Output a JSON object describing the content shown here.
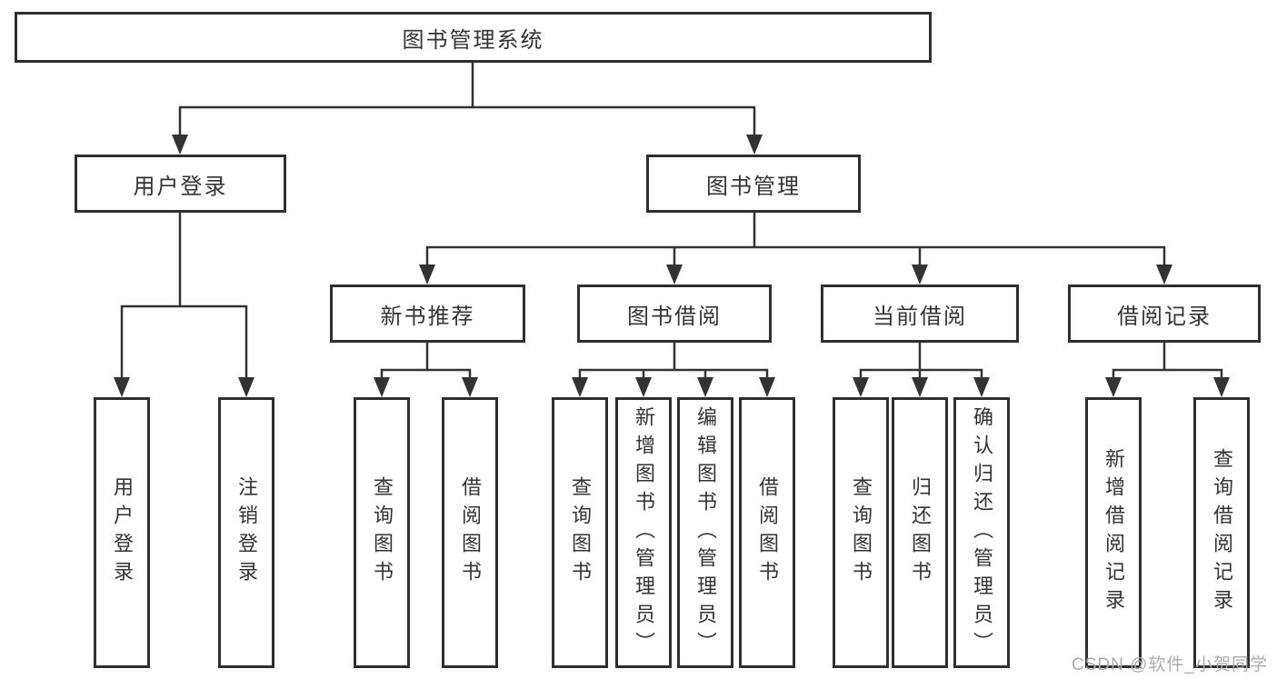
{
  "tree": {
    "label": "图书管理系统",
    "children": [
      {
        "label": "用户登录",
        "children": [
          {
            "label": "用户登录"
          },
          {
            "label": "注销登录"
          }
        ]
      },
      {
        "label": "图书管理",
        "children": [
          {
            "label": "新书推荐",
            "children": [
              {
                "label": "查询图书"
              },
              {
                "label": "借阅图书"
              }
            ]
          },
          {
            "label": "图书借阅",
            "children": [
              {
                "label": "查询图书"
              },
              {
                "label": "新增图书（管理员）"
              },
              {
                "label": "编辑图书（管理员）"
              },
              {
                "label": "借阅图书"
              }
            ]
          },
          {
            "label": "当前借阅",
            "children": [
              {
                "label": "查询图书"
              },
              {
                "label": "归还图书"
              },
              {
                "label": "确认归还（管理员）"
              }
            ]
          },
          {
            "label": "借阅记录",
            "children": [
              {
                "label": "新增借阅记录"
              },
              {
                "label": "查询借阅记录"
              }
            ]
          }
        ]
      }
    ]
  },
  "watermark": {
    "text": "CSDN @软件_小贺同学"
  },
  "colors": {
    "line": "#333333",
    "text": "#333333",
    "border": "#2f2f2f",
    "watermark": "#ababab",
    "background": "#ffffff"
  }
}
